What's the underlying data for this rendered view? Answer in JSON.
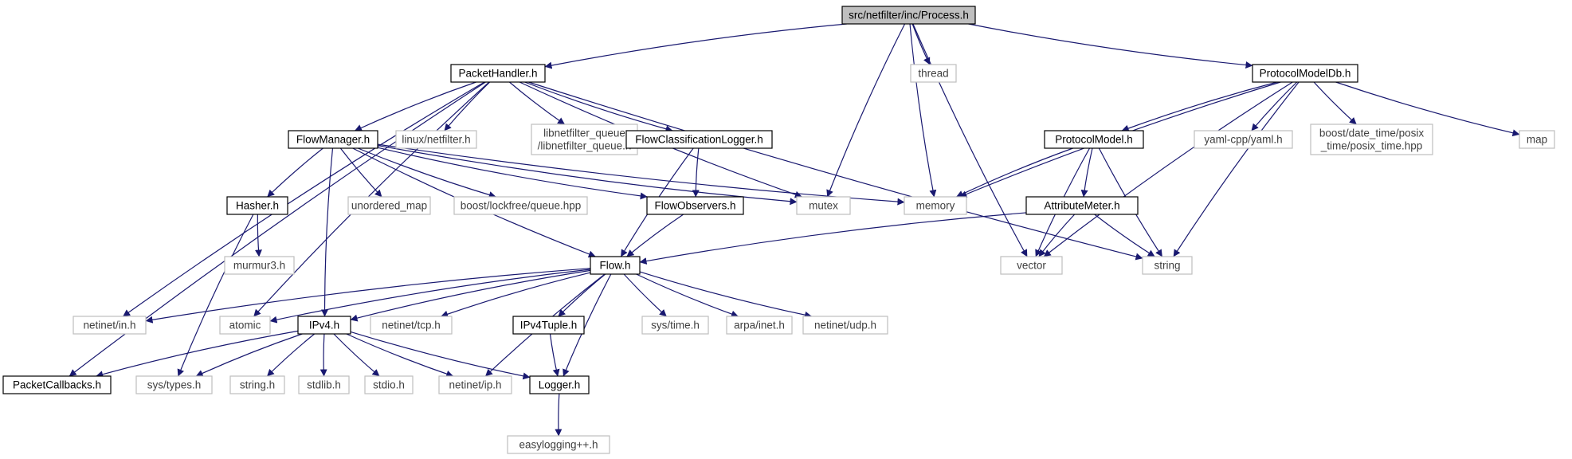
{
  "colors": {
    "edge": "#191970",
    "root_fill": "#bfbfbf",
    "node_border_dark": "#000000",
    "node_border_light": "#bfbfbf",
    "text_dark": "#000000",
    "text_light": "#404040"
  },
  "nodes": [
    {
      "id": "process",
      "lines": [
        "src/netfilter/inc/Process.h"
      ],
      "kind": "root"
    },
    {
      "id": "packethandler",
      "lines": [
        "PacketHandler.h"
      ],
      "kind": "file"
    },
    {
      "id": "thread",
      "lines": [
        "thread"
      ],
      "kind": "system"
    },
    {
      "id": "protocolmodeldb",
      "lines": [
        "ProtocolModelDb.h"
      ],
      "kind": "file"
    },
    {
      "id": "flowmanager",
      "lines": [
        "FlowManager.h"
      ],
      "kind": "file"
    },
    {
      "id": "linux_netfilter",
      "lines": [
        "linux/netfilter.h"
      ],
      "kind": "system"
    },
    {
      "id": "libnetfilter_queue",
      "lines": [
        "libnetfilter_queue",
        "/libnetfilter_queue.h"
      ],
      "kind": "system"
    },
    {
      "id": "flowclasslogger",
      "lines": [
        "FlowClassificationLogger.h"
      ],
      "kind": "file"
    },
    {
      "id": "protocolmodel",
      "lines": [
        "ProtocolModel.h"
      ],
      "kind": "file"
    },
    {
      "id": "yaml",
      "lines": [
        "yaml-cpp/yaml.h"
      ],
      "kind": "system"
    },
    {
      "id": "boost_posix",
      "lines": [
        "boost/date_time/posix",
        "_time/posix_time.hpp"
      ],
      "kind": "system"
    },
    {
      "id": "map",
      "lines": [
        "map"
      ],
      "kind": "system"
    },
    {
      "id": "hasher",
      "lines": [
        "Hasher.h"
      ],
      "kind": "file"
    },
    {
      "id": "unordered_map",
      "lines": [
        "unordered_map"
      ],
      "kind": "system"
    },
    {
      "id": "boost_lockfree",
      "lines": [
        "boost/lockfree/queue.hpp"
      ],
      "kind": "system"
    },
    {
      "id": "flowobservers",
      "lines": [
        "FlowObservers.h"
      ],
      "kind": "file"
    },
    {
      "id": "mutex",
      "lines": [
        "mutex"
      ],
      "kind": "system"
    },
    {
      "id": "memory",
      "lines": [
        "memory"
      ],
      "kind": "system"
    },
    {
      "id": "attributemeter",
      "lines": [
        "AttributeMeter.h"
      ],
      "kind": "file"
    },
    {
      "id": "murmur3",
      "lines": [
        "murmur3.h"
      ],
      "kind": "system"
    },
    {
      "id": "flow",
      "lines": [
        "Flow.h"
      ],
      "kind": "file"
    },
    {
      "id": "vector",
      "lines": [
        "vector"
      ],
      "kind": "system"
    },
    {
      "id": "string_std",
      "lines": [
        "string"
      ],
      "kind": "system"
    },
    {
      "id": "netinet_in",
      "lines": [
        "netinet/in.h"
      ],
      "kind": "system"
    },
    {
      "id": "atomic",
      "lines": [
        "atomic"
      ],
      "kind": "system"
    },
    {
      "id": "ipv4",
      "lines": [
        "IPv4.h"
      ],
      "kind": "file"
    },
    {
      "id": "netinet_tcp",
      "lines": [
        "netinet/tcp.h"
      ],
      "kind": "system"
    },
    {
      "id": "ipv4tuple",
      "lines": [
        "IPv4Tuple.h"
      ],
      "kind": "file"
    },
    {
      "id": "sys_time",
      "lines": [
        "sys/time.h"
      ],
      "kind": "system"
    },
    {
      "id": "arpa_inet",
      "lines": [
        "arpa/inet.h"
      ],
      "kind": "system"
    },
    {
      "id": "netinet_udp",
      "lines": [
        "netinet/udp.h"
      ],
      "kind": "system"
    },
    {
      "id": "packetcallbacks",
      "lines": [
        "PacketCallbacks.h"
      ],
      "kind": "file"
    },
    {
      "id": "sys_types",
      "lines": [
        "sys/types.h"
      ],
      "kind": "system"
    },
    {
      "id": "string_h",
      "lines": [
        "string.h"
      ],
      "kind": "system"
    },
    {
      "id": "stdlib",
      "lines": [
        "stdlib.h"
      ],
      "kind": "system"
    },
    {
      "id": "stdio",
      "lines": [
        "stdio.h"
      ],
      "kind": "system"
    },
    {
      "id": "netinet_ip",
      "lines": [
        "netinet/ip.h"
      ],
      "kind": "system"
    },
    {
      "id": "logger",
      "lines": [
        "Logger.h"
      ],
      "kind": "file"
    },
    {
      "id": "easylogging",
      "lines": [
        "easylogging++.h"
      ],
      "kind": "system"
    }
  ],
  "edges": [
    [
      "process",
      "packethandler"
    ],
    [
      "process",
      "thread"
    ],
    [
      "process",
      "protocolmodeldb"
    ],
    [
      "process",
      "mutex"
    ],
    [
      "process",
      "memory"
    ],
    [
      "process",
      "vector"
    ],
    [
      "packethandler",
      "flowmanager"
    ],
    [
      "packethandler",
      "linux_netfilter"
    ],
    [
      "packethandler",
      "libnetfilter_queue"
    ],
    [
      "packethandler",
      "flowclasslogger"
    ],
    [
      "packethandler",
      "mutex"
    ],
    [
      "packethandler",
      "string_std"
    ],
    [
      "packethandler",
      "netinet_in"
    ],
    [
      "packethandler",
      "atomic"
    ],
    [
      "packethandler",
      "packetcallbacks"
    ],
    [
      "protocolmodeldb",
      "memory"
    ],
    [
      "protocolmodeldb",
      "protocolmodel"
    ],
    [
      "protocolmodeldb",
      "yaml"
    ],
    [
      "protocolmodeldb",
      "boost_posix"
    ],
    [
      "protocolmodeldb",
      "map"
    ],
    [
      "protocolmodeldb",
      "vector"
    ],
    [
      "protocolmodeldb",
      "string_std"
    ],
    [
      "flowmanager",
      "hasher"
    ],
    [
      "flowmanager",
      "unordered_map"
    ],
    [
      "flowmanager",
      "boost_lockfree"
    ],
    [
      "flowmanager",
      "flowobservers"
    ],
    [
      "flowmanager",
      "mutex"
    ],
    [
      "flowmanager",
      "memory"
    ],
    [
      "flowmanager",
      "flow"
    ],
    [
      "flowmanager",
      "ipv4"
    ],
    [
      "flowclasslogger",
      "flowobservers"
    ],
    [
      "flowclasslogger",
      "flow"
    ],
    [
      "protocolmodel",
      "memory"
    ],
    [
      "protocolmodel",
      "attributemeter"
    ],
    [
      "protocolmodel",
      "vector"
    ],
    [
      "protocolmodel",
      "string_std"
    ],
    [
      "attributemeter",
      "flow"
    ],
    [
      "attributemeter",
      "vector"
    ],
    [
      "attributemeter",
      "string_std"
    ],
    [
      "hasher",
      "murmur3"
    ],
    [
      "hasher",
      "sys_types"
    ],
    [
      "flowobservers",
      "flow"
    ],
    [
      "flow",
      "netinet_in"
    ],
    [
      "flow",
      "atomic"
    ],
    [
      "flow",
      "ipv4"
    ],
    [
      "flow",
      "netinet_tcp"
    ],
    [
      "flow",
      "ipv4tuple"
    ],
    [
      "flow",
      "sys_time"
    ],
    [
      "flow",
      "arpa_inet"
    ],
    [
      "flow",
      "netinet_udp"
    ],
    [
      "flow",
      "netinet_ip"
    ],
    [
      "flow",
      "logger"
    ],
    [
      "ipv4",
      "packetcallbacks"
    ],
    [
      "ipv4",
      "sys_types"
    ],
    [
      "ipv4",
      "string_h"
    ],
    [
      "ipv4",
      "stdlib"
    ],
    [
      "ipv4",
      "stdio"
    ],
    [
      "ipv4",
      "netinet_ip"
    ],
    [
      "ipv4",
      "logger"
    ],
    [
      "ipv4tuple",
      "logger"
    ],
    [
      "logger",
      "easylogging"
    ]
  ]
}
